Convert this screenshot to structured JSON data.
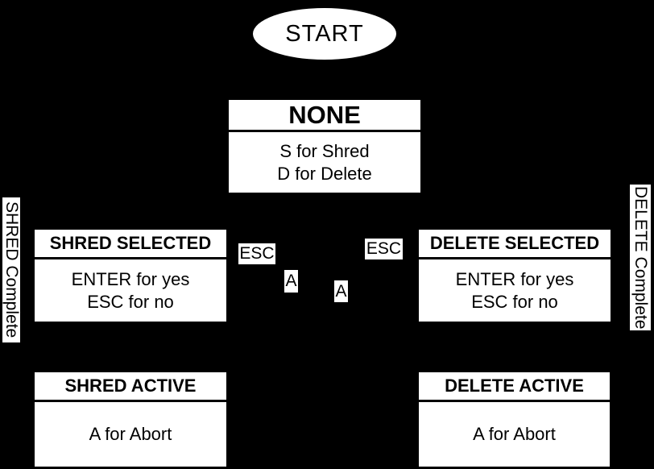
{
  "diagram": {
    "type": "state-machine",
    "description": "Shred/Delete keyboard state diagram"
  },
  "colors": {
    "background": "#000000",
    "node_fill": "#ffffff",
    "node_text": "#000000"
  },
  "start_node": {
    "label": "START"
  },
  "states": [
    {
      "id": "none",
      "title": "NONE",
      "lines": [
        "S for Shred",
        "D for Delete"
      ]
    },
    {
      "id": "shred-selected",
      "title": "SHRED SELECTED",
      "lines": [
        "ENTER for yes",
        "ESC for no"
      ]
    },
    {
      "id": "delete-selected",
      "title": "DELETE SELECTED",
      "lines": [
        "ENTER for yes",
        "ESC for no"
      ]
    },
    {
      "id": "shred-active",
      "title": "SHRED ACTIVE",
      "lines": [
        "A for Abort"
      ]
    },
    {
      "id": "delete-active",
      "title": "DELETE ACTIVE",
      "lines": [
        "A for Abort"
      ]
    }
  ],
  "edge_labels": {
    "esc_left": "ESC",
    "esc_right": "ESC",
    "a_left": "A",
    "a_right": "A"
  },
  "side_labels": {
    "left": "SHRED Complete",
    "right": "DELETE Complete"
  }
}
